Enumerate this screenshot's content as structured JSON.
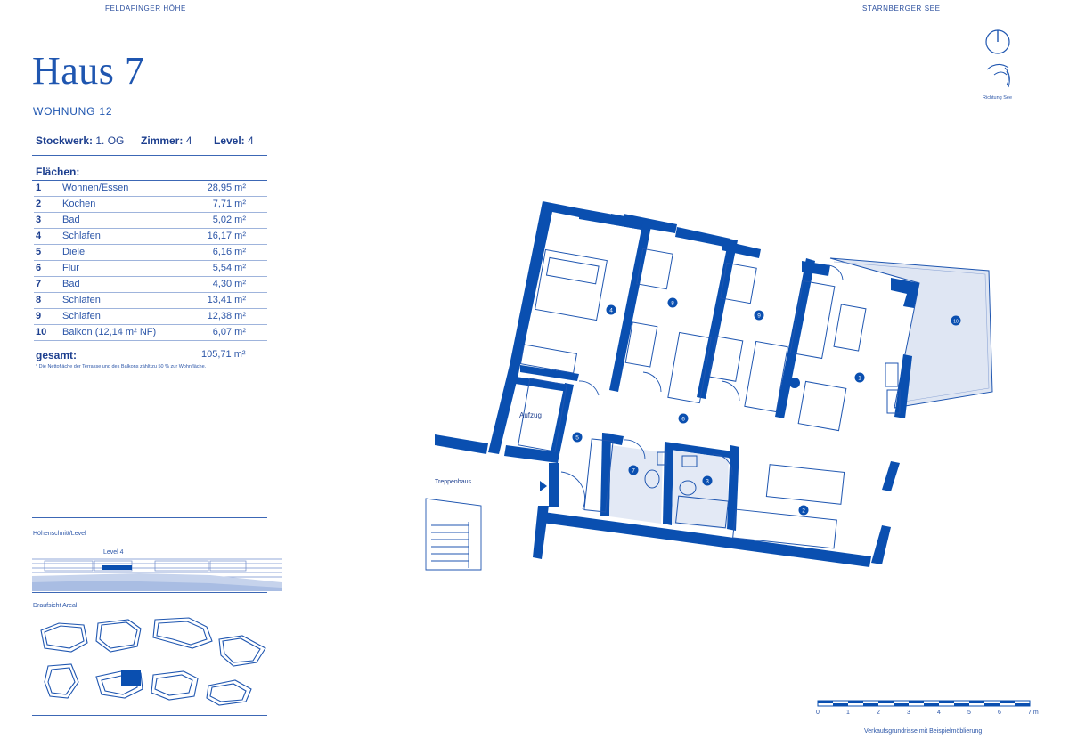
{
  "header": {
    "project": "FELDAFINGER HÖHE",
    "location": "STARNBERGER SEE"
  },
  "title": "Haus 7",
  "subtitle": "WOHNUNG 12",
  "info": {
    "floor_label": "Stockwerk:",
    "floor_value": "1. OG",
    "rooms_label": "Zimmer:",
    "rooms_value": "4",
    "level_label": "Level:",
    "level_value": "4"
  },
  "areas": {
    "heading": "Flächen:",
    "unit": "m²",
    "rooms": [
      {
        "num": "1",
        "name": "Wohnen/Essen",
        "area": "28,95 m²"
      },
      {
        "num": "2",
        "name": "Kochen",
        "area": "7,71 m²"
      },
      {
        "num": "3",
        "name": "Bad",
        "area": "5,02 m²"
      },
      {
        "num": "4",
        "name": "Schlafen",
        "area": "16,17 m²"
      },
      {
        "num": "5",
        "name": "Diele",
        "area": "6,16 m²"
      },
      {
        "num": "6",
        "name": "Flur",
        "area": "5,54 m²"
      },
      {
        "num": "7",
        "name": "Bad",
        "area": "4,30 m²"
      },
      {
        "num": "8",
        "name": "Schlafen",
        "area": "13,41 m²"
      },
      {
        "num": "9",
        "name": "Schlafen",
        "area": "12,38 m²"
      },
      {
        "num": "10",
        "name": "Balkon (12,14 m² NF)",
        "area": "6,07 m²"
      }
    ],
    "total_label": "gesamt:",
    "total_value": "105,71 m²",
    "footnote": "* Die Nettofläche der Terrasse und des Balkons zählt zu 50 % zur Wohnfläche."
  },
  "section": {
    "heading": "Höhenschnitt/Level",
    "level_marker": "Level 4"
  },
  "site": {
    "heading": "Draufsicht Areal"
  },
  "compass": {
    "caption": "Richtung See"
  },
  "plan": {
    "lift": "Aufzug",
    "stairs": "Treppenhaus",
    "room_markers": [
      "1",
      "2",
      "3",
      "4",
      "5",
      "6",
      "7",
      "8",
      "9",
      "10"
    ]
  },
  "scale": {
    "ticks": [
      "0",
      "1",
      "2",
      "3",
      "4",
      "5",
      "6",
      "7 m"
    ],
    "caption": "Verkaufsgrundrisse mit Beispielmöblierung"
  },
  "colors": {
    "wall": "#0a4fb0",
    "text": "#1d3f8f",
    "balcony": "#dfe6f3"
  }
}
